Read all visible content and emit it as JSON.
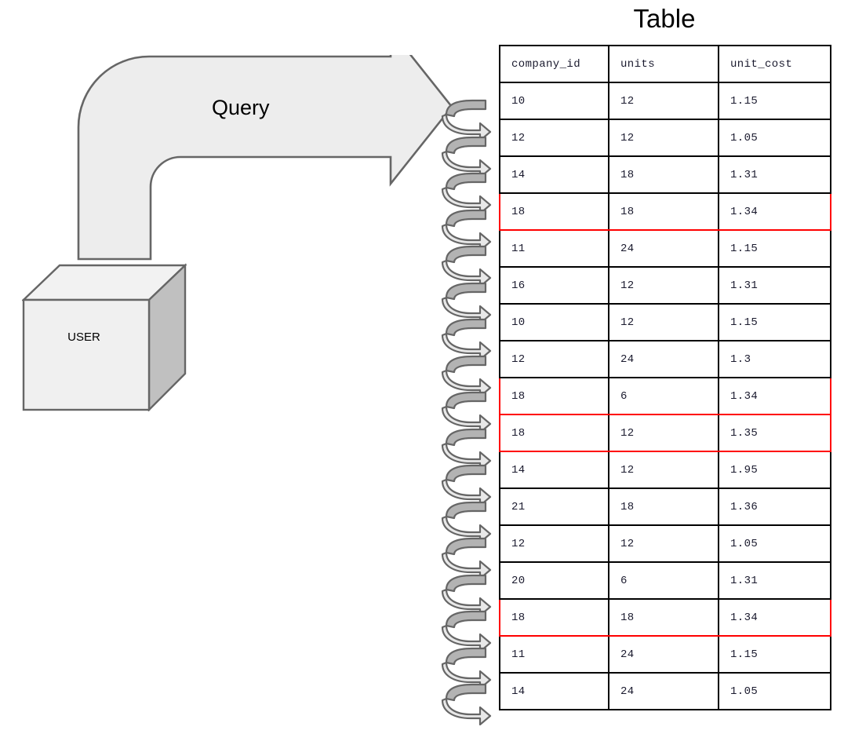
{
  "diagram": {
    "title": "Table",
    "user_node_label": "USER",
    "query_arrow_label": "Query",
    "coil_arrow_count": 17,
    "coil_arrow_name": "repeat-loop-arrow",
    "colors": {
      "shape_fill": "#ededed",
      "shape_stroke": "#666666",
      "cube_side_fill": "#c0c0c0",
      "cube_top_fill": "#f0f0f0",
      "coil_dark": "#b3b3b3",
      "coil_light": "#e8e8e8",
      "coil_stroke": "#666666",
      "table_border": "#000000",
      "highlight_border": "#ff0000",
      "text": "#000000"
    }
  },
  "table": {
    "columns": [
      "company_id",
      "units",
      "unit_cost"
    ],
    "rows": [
      {
        "company_id": "10",
        "units": "12",
        "unit_cost": "1.15",
        "highlighted": false
      },
      {
        "company_id": "12",
        "units": "12",
        "unit_cost": "1.05",
        "highlighted": false
      },
      {
        "company_id": "14",
        "units": "18",
        "unit_cost": "1.31",
        "highlighted": false
      },
      {
        "company_id": "18",
        "units": "18",
        "unit_cost": "1.34",
        "highlighted": true
      },
      {
        "company_id": "11",
        "units": "24",
        "unit_cost": "1.15",
        "highlighted": false
      },
      {
        "company_id": "16",
        "units": "12",
        "unit_cost": "1.31",
        "highlighted": false
      },
      {
        "company_id": "10",
        "units": "12",
        "unit_cost": "1.15",
        "highlighted": false
      },
      {
        "company_id": "12",
        "units": "24",
        "unit_cost": "1.3",
        "highlighted": false
      },
      {
        "company_id": "18",
        "units": "6",
        "unit_cost": "1.34",
        "highlighted": true
      },
      {
        "company_id": "18",
        "units": "12",
        "unit_cost": "1.35",
        "highlighted": true
      },
      {
        "company_id": "14",
        "units": "12",
        "unit_cost": "1.95",
        "highlighted": false
      },
      {
        "company_id": "21",
        "units": "18",
        "unit_cost": "1.36",
        "highlighted": false
      },
      {
        "company_id": "12",
        "units": "12",
        "unit_cost": "1.05",
        "highlighted": false
      },
      {
        "company_id": "20",
        "units": "6",
        "unit_cost": "1.31",
        "highlighted": false
      },
      {
        "company_id": "18",
        "units": "18",
        "unit_cost": "1.34",
        "highlighted": true
      },
      {
        "company_id": "11",
        "units": "24",
        "unit_cost": "1.15",
        "highlighted": false
      },
      {
        "company_id": "14",
        "units": "24",
        "unit_cost": "1.05",
        "highlighted": false
      }
    ]
  }
}
